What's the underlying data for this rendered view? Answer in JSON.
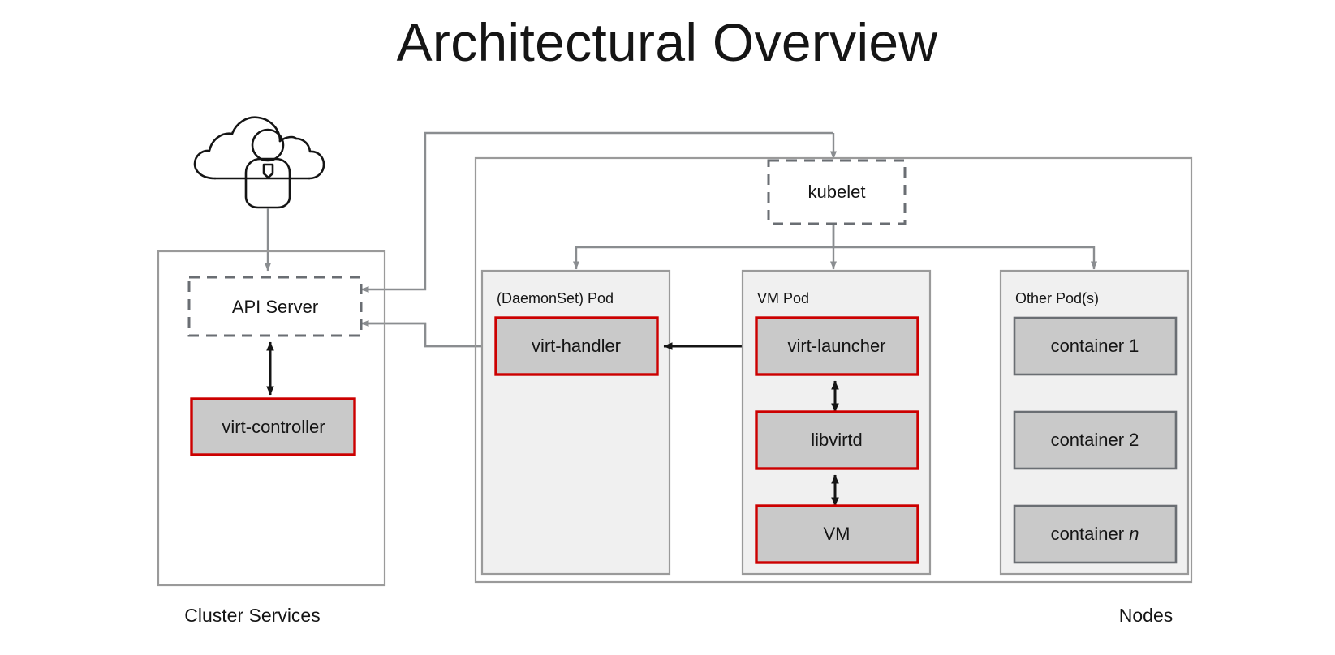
{
  "title": "Architectural Overview",
  "groups": {
    "cluster": {
      "label": "Cluster Services"
    },
    "nodes": {
      "label": "Nodes"
    }
  },
  "cluster_services": {
    "api_server": {
      "label": "API Server",
      "style": "dashed",
      "border_color": "#6a6e73"
    },
    "virt_controller": {
      "label": "virt-controller",
      "style": "solid",
      "border_color": "#cc0000",
      "fill": "#c9c9c9"
    }
  },
  "nodes_area": {
    "kubelet": {
      "label": "kubelet",
      "style": "dashed",
      "border_color": "#6a6e73"
    },
    "pods": [
      {
        "label": "(DaemonSet) Pod",
        "components": [
          {
            "label": "virt-handler",
            "border_color": "#cc0000"
          }
        ]
      },
      {
        "label": "VM Pod",
        "components": [
          {
            "label": "virt-launcher",
            "border_color": "#cc0000"
          },
          {
            "label": "libvirtd",
            "border_color": "#cc0000"
          },
          {
            "label": "VM",
            "border_color": "#cc0000"
          }
        ]
      },
      {
        "label": "Other Pod(s)",
        "components": [
          {
            "label": "container 1",
            "border_color": "#6a6e73"
          },
          {
            "label": "container 2",
            "border_color": "#6a6e73"
          },
          {
            "label": "container ",
            "label_italic": "n",
            "border_color": "#6a6e73"
          }
        ]
      }
    ]
  },
  "icons": {
    "cloud_user": "cloud-user-icon"
  },
  "colors": {
    "accent_red": "#cc0000",
    "box_gray": "#c9c9c9",
    "pod_gray": "#f0f0f0",
    "line_gray": "#8a8d90",
    "border_gray": "#6a6e73",
    "text": "#151515"
  }
}
